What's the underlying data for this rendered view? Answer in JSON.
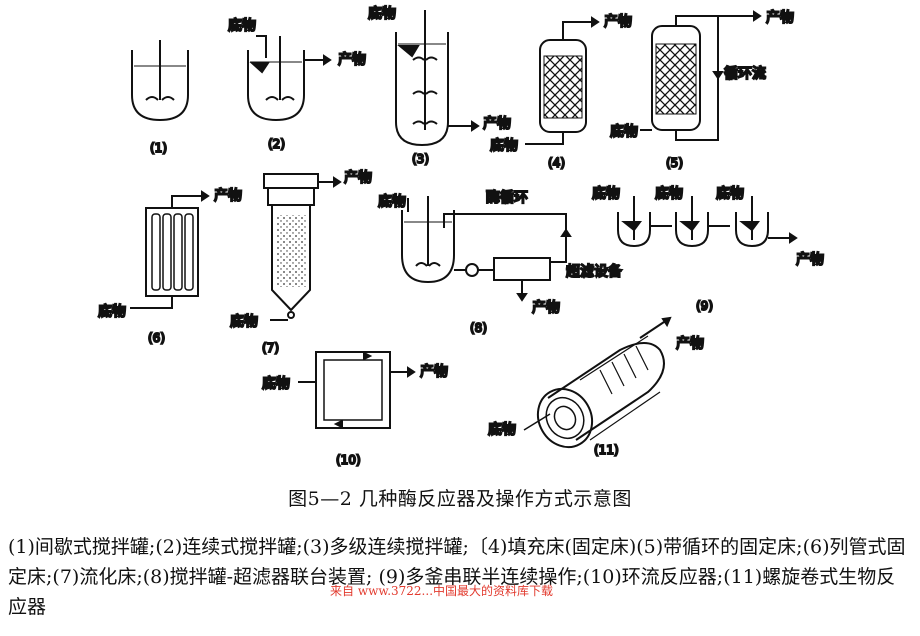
{
  "labels": {
    "substrate": "底物",
    "product": "产物",
    "recycle_flow": "循环流",
    "enzyme_recycle": "酶循环",
    "ultrafiltration": "超滤设备"
  },
  "numbers": [
    "(1)",
    "(2)",
    "(3)",
    "(4)",
    "(5)",
    "(6)",
    "(7)",
    "(8)",
    "(9)",
    "(10)",
    "(11)"
  ],
  "caption": "图5—2  几种酶反应器及操作方式示意图",
  "legend": "(1)间歇式搅拌罐;(2)连续式搅拌罐;(3)多级连续搅拌罐;〔4)填充床(固定床)(5)带循环的固定床;(6)列管式固定床;(7)流化床;(8)搅拌罐-超滤器联台装置; (9)多釜串联半连续操作;(10)环流反应器;(11)螺旋卷式生物反应器",
  "watermark": "来自 www.3722...中国最大的资料库下载"
}
